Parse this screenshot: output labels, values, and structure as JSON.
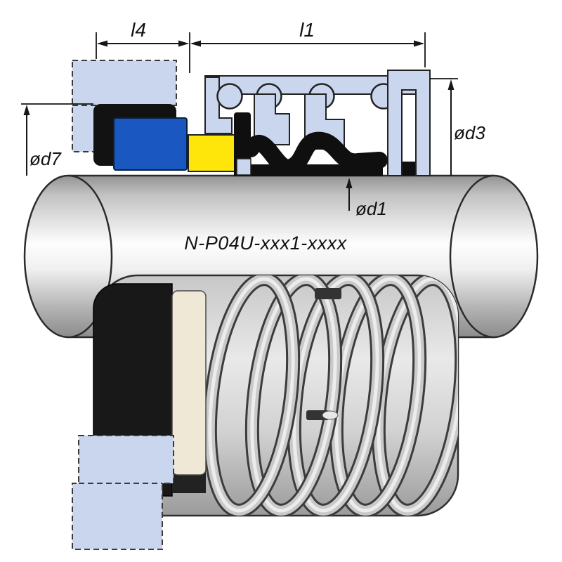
{
  "diagram": {
    "part_number": "N-P04U-xxx1-xxxx",
    "labels": {
      "l4": "l4",
      "l1": "l1",
      "d7": "ød7",
      "d3": "ød3",
      "d1": "ød1"
    },
    "colors": {
      "light_blue": "#c9d6ee",
      "blue": "#1a57c0",
      "yellow": "#ffe60a",
      "seal_black": "#121212",
      "line": "#1a1a1a"
    }
  }
}
